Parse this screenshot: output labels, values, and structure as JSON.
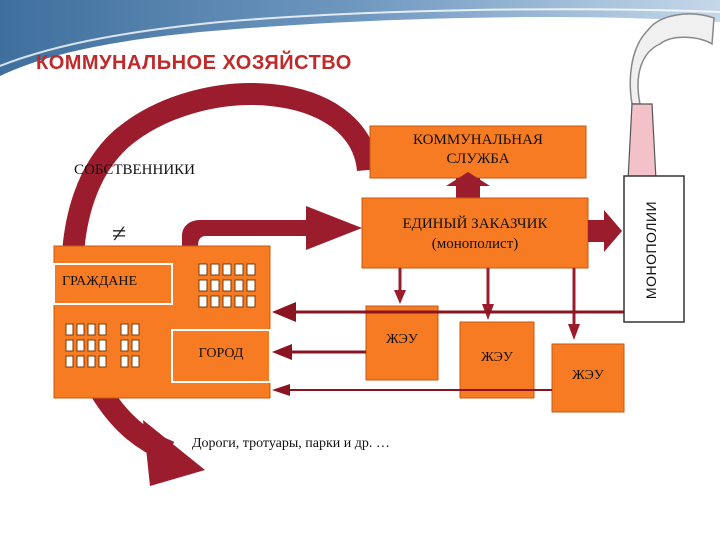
{
  "slide": {
    "title": "КОММУНАЛЬНОЕ ХОЗЯЙСТВО"
  },
  "nodes": {
    "kommunalnaya_sluzhba": {
      "line1": "КОММУНАЛЬНАЯ",
      "line2": "СЛУЖБА"
    },
    "sobstvenniki": "СОБСТВЕННИКИ",
    "edinyi_zakazchik": {
      "line1": "ЕДИНЫЙ ЗАКАЗЧИК",
      "line2": "(монополист)"
    },
    "monopolii": "МОНОПОЛИИ",
    "grazhdane": "ГРАЖДАНЕ",
    "gorod": "ГОРОД",
    "zheu_1": "ЖЭУ",
    "zheu_2": "ЖЭУ",
    "zheu_3": "ЖЭУ",
    "dorogi": "Дороги, тротуары, парки и др. …",
    "not_equal_symbol": "≠"
  },
  "colors": {
    "box_orange": "#f77b22",
    "box_border": "#c65a10",
    "arrow_red": "#9b1c2c",
    "arrow_dark": "#8a1420",
    "window_border": "#7a3a05",
    "chimney_pink": "#f2c2c8",
    "title_red": "#c02a2a",
    "banner_blue": "#3f6f9d"
  }
}
